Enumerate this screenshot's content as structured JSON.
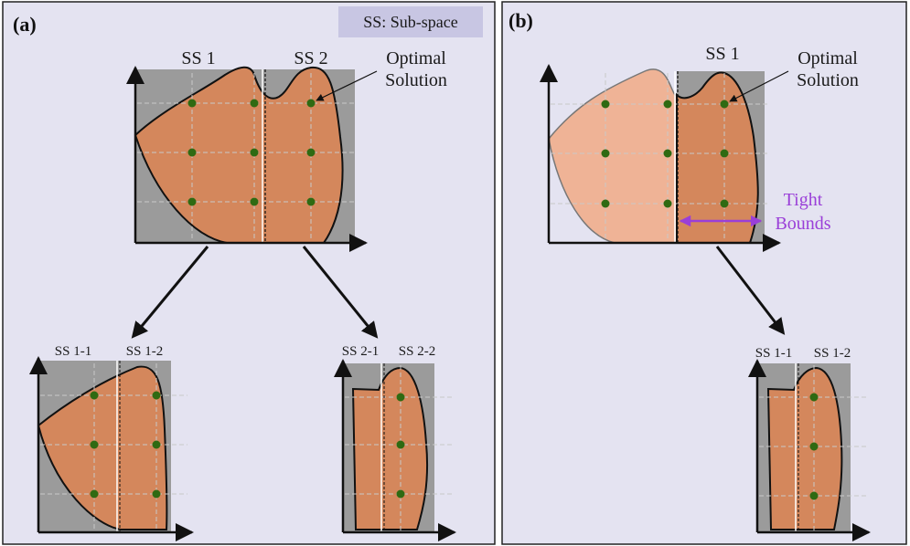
{
  "panel_a": {
    "label": "(a)",
    "legend": "SS: Sub-space",
    "top": {
      "ss_left": "SS 1",
      "ss_right": "SS 2"
    },
    "optimal_line1": "Optimal",
    "optimal_line2": "Solution",
    "child_left": {
      "ss_left": "SS 1-1",
      "ss_right": "SS 1-2"
    },
    "child_right": {
      "ss_left": "SS 2-1",
      "ss_right": "SS 2-2"
    }
  },
  "panel_b": {
    "label": "(b)",
    "top": {
      "ss_right": "SS 1"
    },
    "optimal_line1": "Optimal",
    "optimal_line2": "Solution",
    "tight_line1": "Tight",
    "tight_line2": "Bounds",
    "child": {
      "ss_left": "SS 1-1",
      "ss_right": "SS 1-2"
    }
  },
  "colors": {
    "panel_bg": "#e4e3f1",
    "legend_bg": "#c8c6e3",
    "grey": "#9b9b9b",
    "region": "#d4875c",
    "region_light": "#efb396",
    "dot": "#2f6a12",
    "tight_bounds": "#9a3fd8"
  }
}
